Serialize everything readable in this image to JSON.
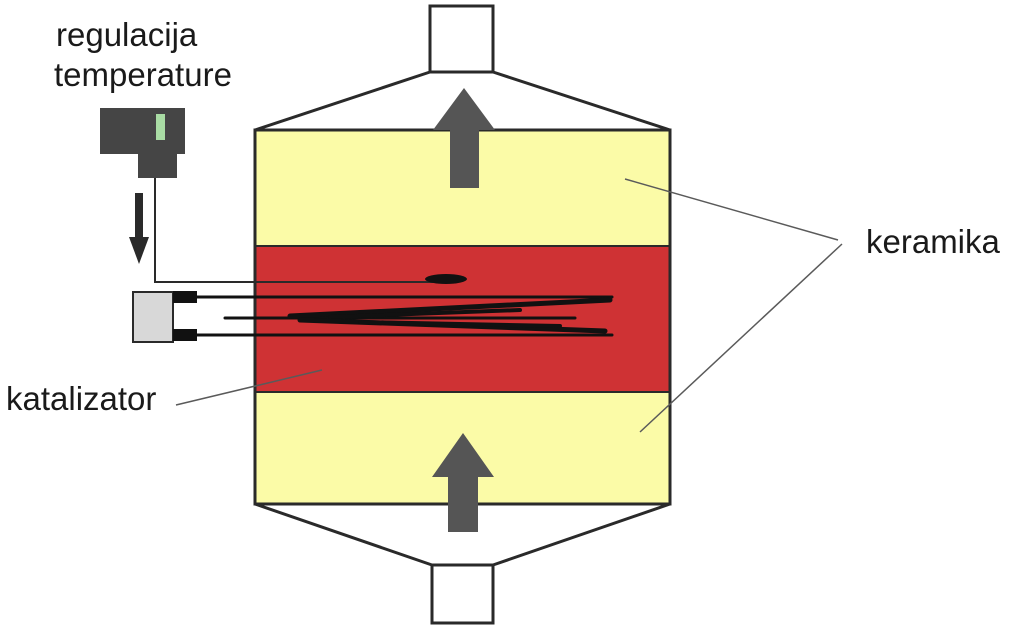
{
  "labels": {
    "regulation_line1": "regulacija",
    "regulation_line2": "temperature",
    "ceramics": "keramika",
    "catalyst": "katalizator"
  },
  "colors": {
    "ceramic_layer": "#fbfba7",
    "catalyst_layer": "#cf3234",
    "outline": "#2a2a2a",
    "flow_arrow": "#555555",
    "controller_body": "#454545",
    "controller_indicator": "#a9dca4",
    "connector_box": "#d8d8d8"
  },
  "icons": {
    "flow_arrow_top": "arrow-up-icon",
    "flow_arrow_bottom": "arrow-up-icon",
    "signal_arrow": "arrow-down-icon",
    "controller": "temperature-controller-icon"
  }
}
